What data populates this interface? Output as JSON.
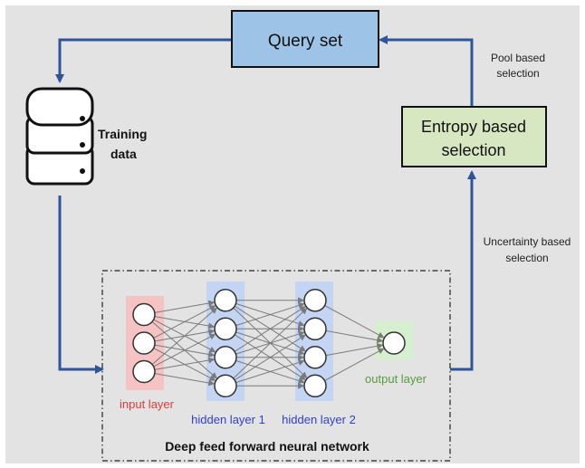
{
  "query_box": {
    "label": "Query set"
  },
  "entropy_box": {
    "line1": "Entropy based",
    "line2": "selection"
  },
  "training": {
    "line1": "Training",
    "line2": "data"
  },
  "pool_label": {
    "line1": "Pool based",
    "line2": "selection"
  },
  "uncertainty_label": {
    "line1": "Uncertainty based",
    "line2": "selection"
  },
  "network": {
    "title": "Deep feed forward neural network",
    "input_label": "input layer",
    "hidden1_label": "hidden layer 1",
    "hidden2_label": "hidden layer 2",
    "output_label": "output layer",
    "layer_sizes": [
      3,
      4,
      4,
      1
    ]
  },
  "colors": {
    "background": "#e3e3e3",
    "arrow": "#2e549a",
    "query_fill": "#9dc3e6",
    "entropy_fill": "#d7e7c2",
    "input_band": "#f6c3c3",
    "hidden_band": "#c4d5f4",
    "output_band": "#d6efcf",
    "input_text": "#e23a3a",
    "hidden_text": "#2f3fd1",
    "output_text": "#5a9a3e",
    "edge": "#7a7a7a"
  }
}
